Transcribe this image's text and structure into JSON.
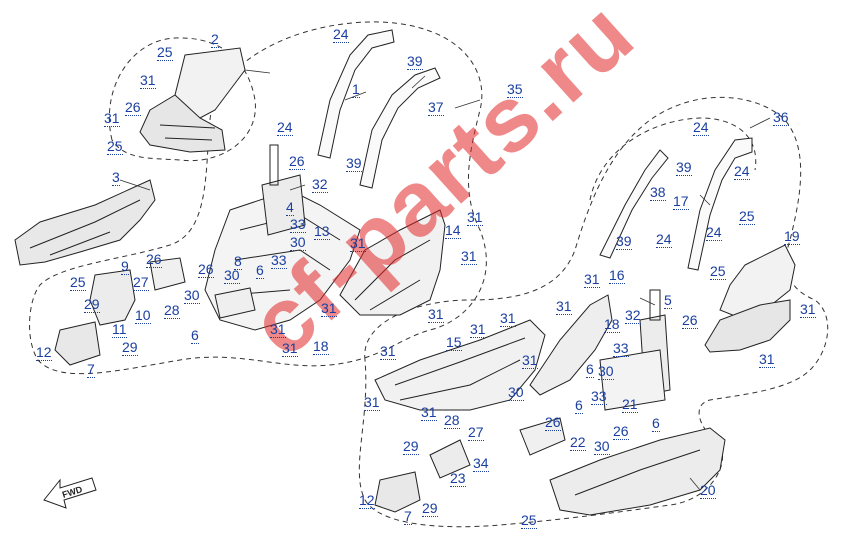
{
  "watermark": "cf-parts.ru",
  "fwd_label": "FWD",
  "callouts": [
    "1",
    "2",
    "3",
    "4",
    "5",
    "6",
    "7",
    "8",
    "9",
    "10",
    "11",
    "12",
    "13",
    "14",
    "15",
    "16",
    "17",
    "18",
    "19",
    "20",
    "21",
    "22",
    "23",
    "24",
    "25",
    "26",
    "27",
    "28",
    "29",
    "30",
    "31",
    "32",
    "33",
    "34",
    "35",
    "36",
    "37",
    "38",
    "39"
  ],
  "colors": {
    "callout": "#1a3fa0",
    "line": "#222222",
    "watermark": "#e12828"
  }
}
